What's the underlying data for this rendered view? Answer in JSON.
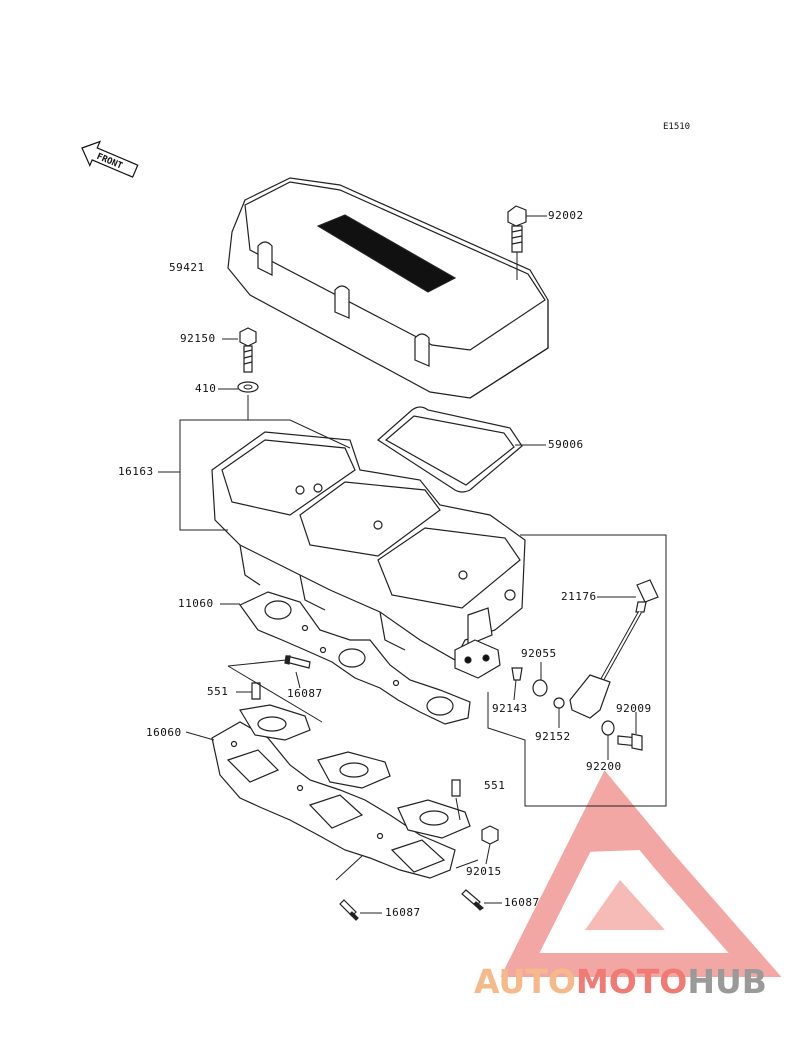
{
  "diagram_code": "E1510",
  "front_label": "FRONT",
  "brand": {
    "part1": "AUTO",
    "part2": "MOTO",
    "part3": "HUB",
    "color1": "#f5b98a",
    "color2": "#f07a74",
    "color3": "#9a9a9a"
  },
  "parts": [
    {
      "id": "p92002",
      "num": "92002"
    },
    {
      "id": "p59421",
      "num": "59421"
    },
    {
      "id": "p92150",
      "num": "92150"
    },
    {
      "id": "p410",
      "num": "410"
    },
    {
      "id": "p59006",
      "num": "59006"
    },
    {
      "id": "p16163",
      "num": "16163"
    },
    {
      "id": "p21176",
      "num": "21176"
    },
    {
      "id": "p11060",
      "num": "11060"
    },
    {
      "id": "p92055",
      "num": "92055"
    },
    {
      "id": "p551a",
      "num": "551"
    },
    {
      "id": "p16087a",
      "num": "16087"
    },
    {
      "id": "p92143",
      "num": "92143"
    },
    {
      "id": "p92009",
      "num": "92009"
    },
    {
      "id": "p92152",
      "num": "92152"
    },
    {
      "id": "p16060",
      "num": "16060"
    },
    {
      "id": "p92200",
      "num": "92200"
    },
    {
      "id": "p551b",
      "num": "551"
    },
    {
      "id": "p92015",
      "num": "92015"
    },
    {
      "id": "p16087b",
      "num": "16087"
    },
    {
      "id": "p16087c",
      "num": "16087"
    }
  ]
}
